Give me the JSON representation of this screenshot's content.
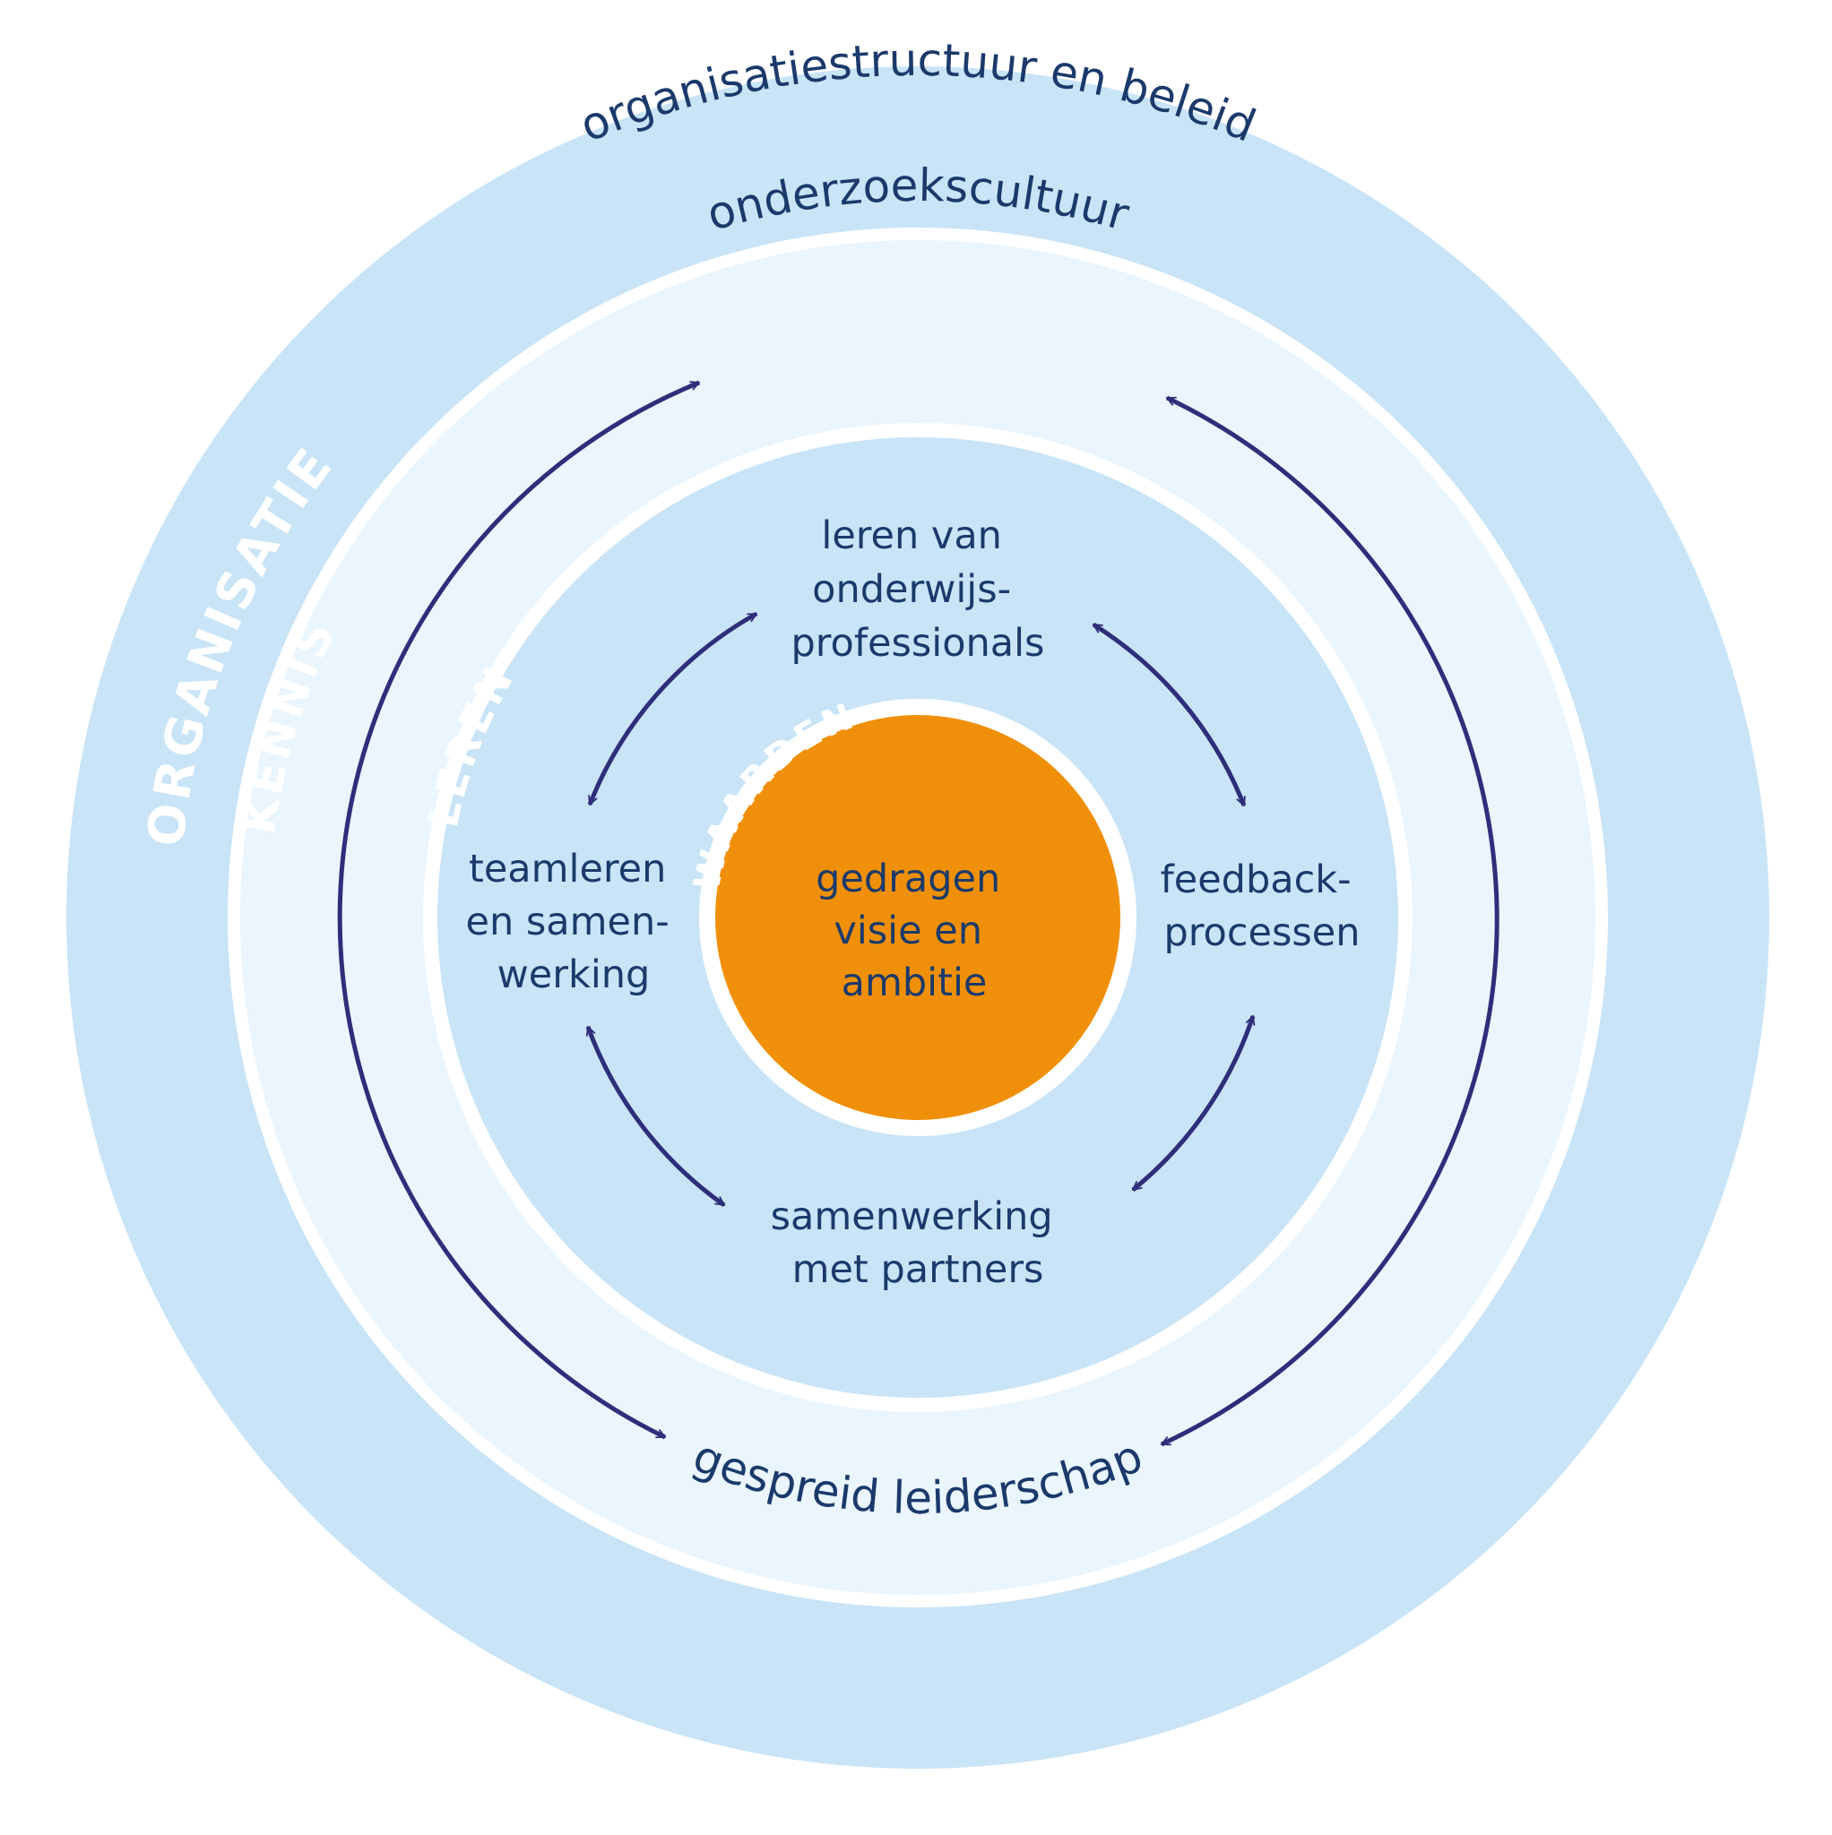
{
  "rings": {
    "organisatie": {
      "title": "ORGANISATIE",
      "top_label": "organisatiestructuur en beleid",
      "color": "#c9e4f7"
    },
    "kennis": {
      "title": "KENNIS",
      "top_label": "onderzoekscultuur",
      "bottom_label": "gespreid leiderschap",
      "color": "#eaf5fd"
    },
    "leren": {
      "title": "LEREN",
      "color": "#c9e4f7",
      "nodes": {
        "top": [
          "leren van",
          "onderwijs-",
          "professionals"
        ],
        "left": [
          "teamleren",
          "en samen-",
          "werking"
        ],
        "right": [
          "feedback-",
          "processen"
        ],
        "bottom": [
          "samenwerking",
          "met partners"
        ]
      }
    },
    "waarden": {
      "title": "WAARDEN",
      "lines": [
        "gedragen",
        "visie en",
        "ambitie"
      ],
      "color": "#f0900a"
    }
  },
  "colors": {
    "text": "#1b3a6b",
    "arrow": "#2e2e7a",
    "ring_title": "#ffffff",
    "separator": "#ffffff"
  }
}
